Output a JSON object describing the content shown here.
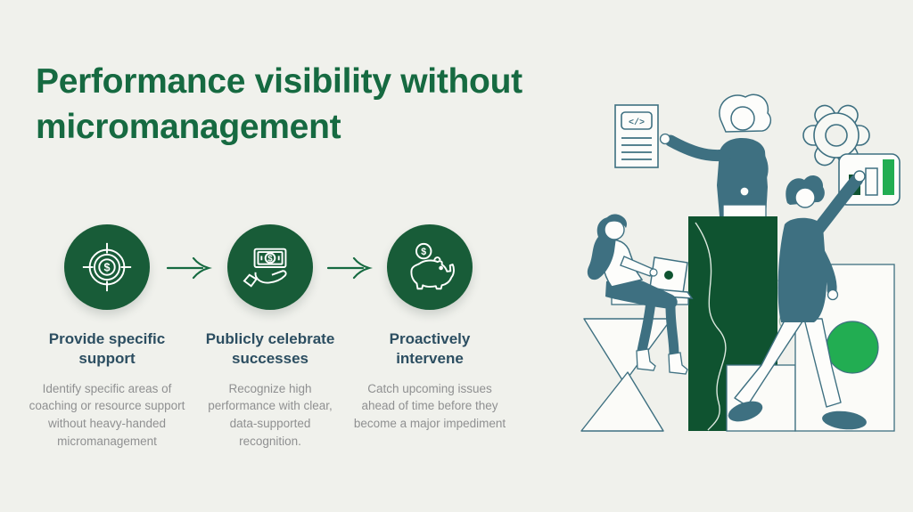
{
  "slide": {
    "title": "Performance visibility without micromanagement",
    "title_line1": "Performance visibility without",
    "title_line2": "micromanagement"
  },
  "steps": [
    {
      "icon": "target-dollar-icon",
      "heading": "Provide specific support",
      "description": "Identify specific areas of coaching or resource support without heavy-handed micromanagement"
    },
    {
      "icon": "money-hand-icon",
      "heading": "Publicly celebrate successes",
      "description": "Recognize high performance with clear, data-supported recognition."
    },
    {
      "icon": "piggy-bank-icon",
      "heading": "Proactively intervene",
      "description": "Catch upcoming issues ahead of time before they become a major impediment"
    }
  ],
  "icons": {
    "dollar": "$",
    "code": "</>"
  },
  "colors": {
    "background": "#f0f1ec",
    "title_green": "#166a41",
    "step_circle_green": "#185c38",
    "podium_green": "#0f5330",
    "bright_green": "#22ad52",
    "heading_navy": "#2c4e61",
    "body_gray": "#8f9091",
    "illustration_teal": "#3e7081"
  }
}
